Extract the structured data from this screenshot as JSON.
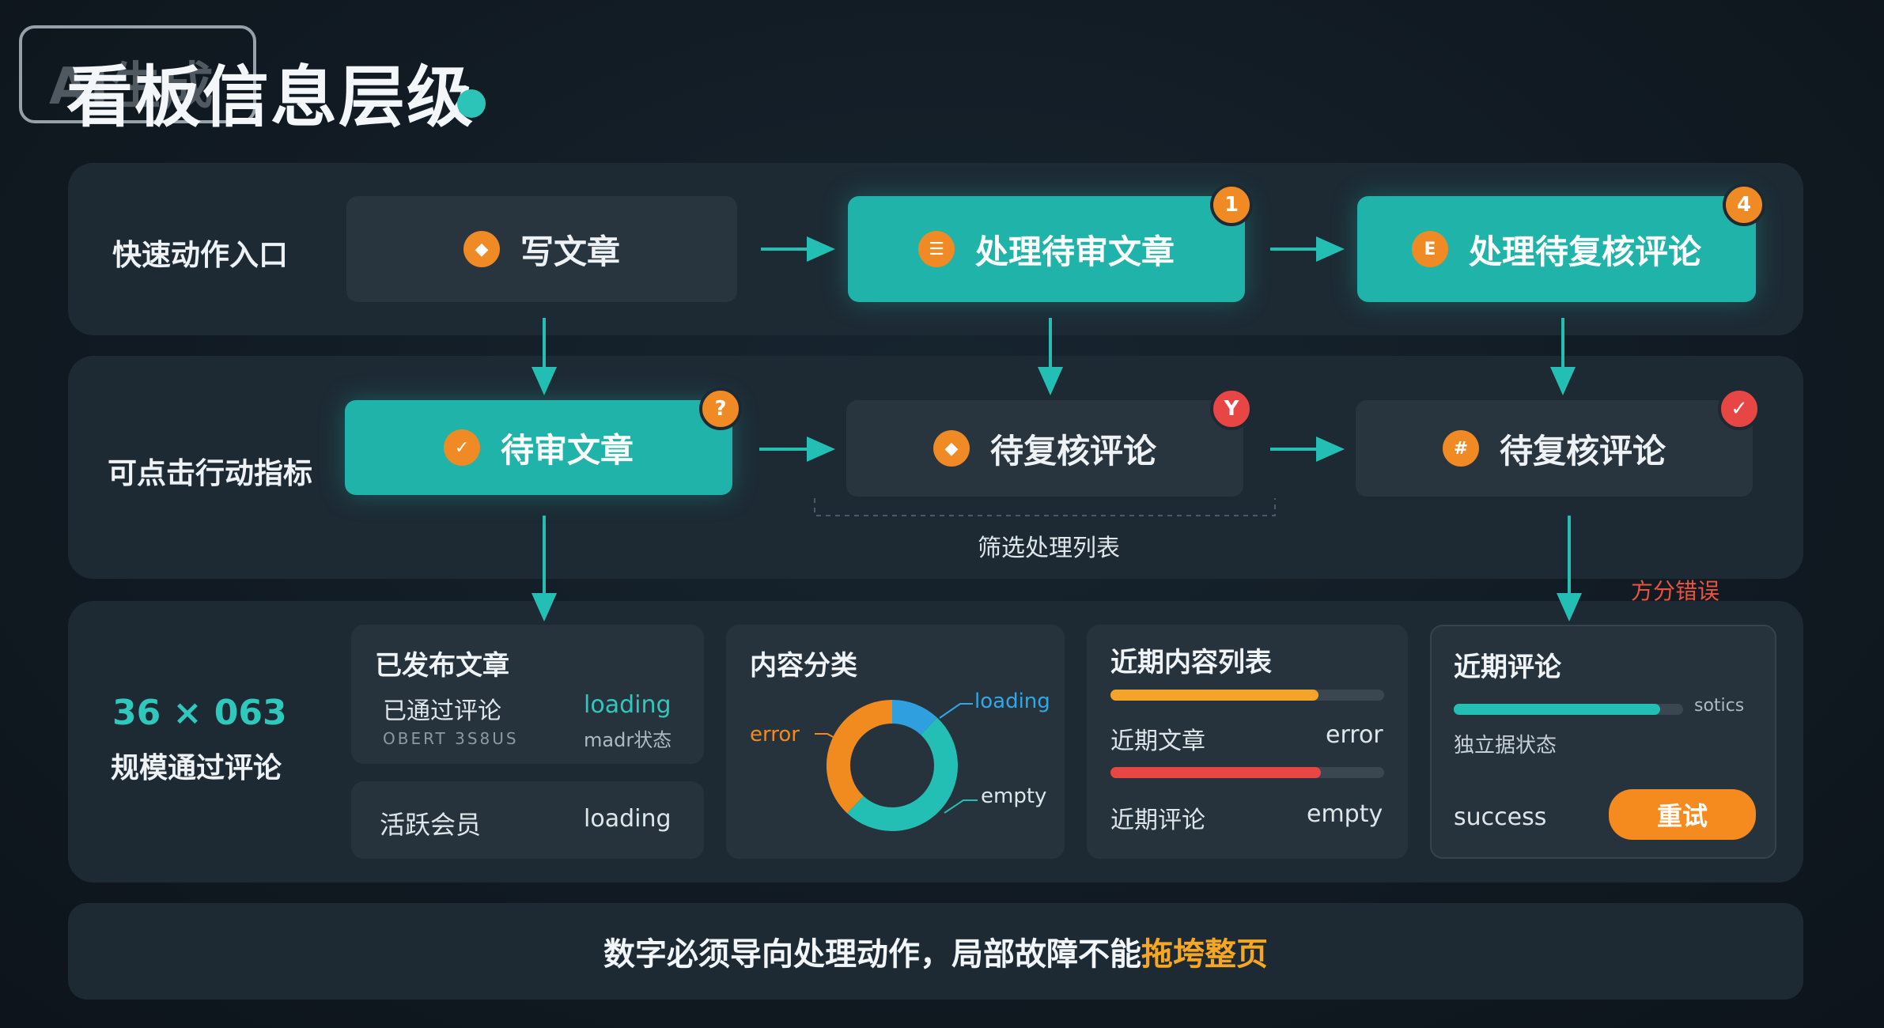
{
  "title": {
    "text": "看板信息层级",
    "ghost_badge": "AI生成"
  },
  "rows": [
    {
      "label": "快速动作入口"
    },
    {
      "label": "可点击行动指标"
    },
    {
      "label_big": "36 × 063",
      "label_sub": "规模通过评论"
    }
  ],
  "row1_nodes": [
    {
      "label": "写文章",
      "icon": "diamond-icon",
      "icon_glyph": "◆",
      "badge": ""
    },
    {
      "label": "处理待审文章",
      "icon": "review-icon",
      "icon_glyph": "☰",
      "badge": "1"
    },
    {
      "label": "处理待复核评论",
      "icon": "edit-icon",
      "icon_glyph": "E",
      "badge": "4"
    }
  ],
  "row2_nodes": [
    {
      "label": "待审文章",
      "icon": "check-icon",
      "icon_glyph": "✓",
      "badge": "?"
    },
    {
      "label": "待复核评论",
      "icon": "diamond-icon",
      "icon_glyph": "◆",
      "badge": "Y"
    },
    {
      "label": "待复核评论",
      "icon": "grid-icon",
      "icon_glyph": "#",
      "badge": "✓"
    }
  ],
  "filter_label": "筛选处理列表",
  "error_annotation": "方分错误",
  "cards": {
    "published": {
      "title": "已发布文章",
      "line1_left": "已通过评论",
      "line1_right": "loading",
      "line2_left": "OBERT 3S8US",
      "line2_right": "madr状态"
    },
    "members": {
      "left": "活跃会员",
      "right": "loading"
    },
    "category": {
      "title": "内容分类",
      "labels": {
        "loading": "loading",
        "error": "error",
        "empty": "empty"
      }
    },
    "recent_content": {
      "title": "近期内容列表",
      "item1_left": "近期文章",
      "item1_right": "error",
      "item2_left": "近期评论",
      "item2_right": "empty"
    },
    "recent_comments": {
      "title": "近期评论",
      "bar_caption": "sotics",
      "status_label": "独立据状态",
      "success_label": "success",
      "retry_label": "重试"
    }
  },
  "bottom_note": {
    "prefix": "数字必须导向处理动作，局部故障不能",
    "highlight": "拖垮整页"
  },
  "chart_data": {
    "type": "pie",
    "title": "内容分类",
    "style": "donut",
    "categories": [
      "loading",
      "empty",
      "error"
    ],
    "values": [
      12,
      50,
      38
    ],
    "colors": [
      "#2f9fe0",
      "#23bfb4",
      "#f28b1f"
    ]
  },
  "progress": {
    "recent_article_bar": 0.76,
    "recent_comment_bar": 0.77,
    "recent_comments_bar": 0.9
  },
  "colors": {
    "accent_teal": "#20b3a9",
    "accent_orange": "#f08a24",
    "alert_red": "#e84545",
    "panel": "#1d2a34"
  }
}
